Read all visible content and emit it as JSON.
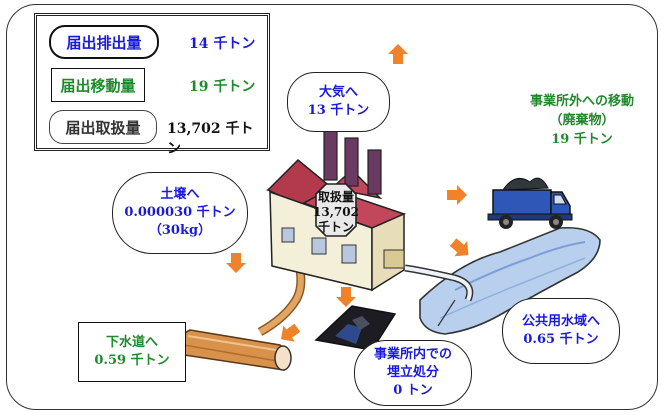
{
  "legend": {
    "reported_emissions_label": "届出排出量",
    "reported_emissions_value": "14 千トン",
    "reported_transfers_label": "届出移動量",
    "reported_transfers_value": "19 千トン",
    "reported_handling_label": "届出取扱量",
    "reported_handling_value": "13,702 千トン"
  },
  "factory": {
    "line1": "取扱量",
    "line2": "13,702",
    "line3": "千トン"
  },
  "air": {
    "line1": "大気へ",
    "line2": "13 千トン"
  },
  "soil": {
    "line1": "土壌へ",
    "line2": "0.000030 千トン",
    "line3": "（30kg）"
  },
  "offsite": {
    "line1": "事業所外への移動",
    "line2": "（廃棄物）",
    "line3": "19 千トン"
  },
  "sewer": {
    "line1": "下水道へ",
    "line2": "0.59 千トン"
  },
  "landfill": {
    "line1": "事業所内での",
    "line2": "埋立処分",
    "line3": "0 トン"
  },
  "water": {
    "line1": "公共用水域へ",
    "line2": "0.65 千トン"
  },
  "colors": {
    "blue_text": "#1a1adc",
    "green_text": "#1f8a2c",
    "arrow_orange": "#f0822a",
    "roof_red": "#c2475a",
    "chimney_purple": "#6a3a63",
    "pipe_copper": "#d9924c",
    "truck_blue": "#2f57b8",
    "water_blue": "#b9cfee"
  }
}
